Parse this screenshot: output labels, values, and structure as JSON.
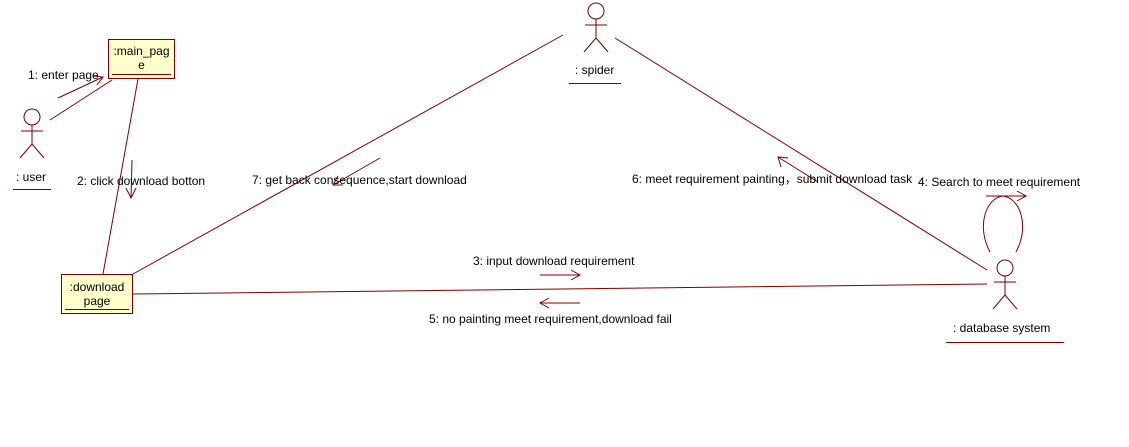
{
  "colors": {
    "line": "#800000",
    "object_fill": "#ffffcc",
    "text": "#000000",
    "background": "#ffffff"
  },
  "actors": {
    "user": {
      "label": ": user",
      "icon": "stick-figure-icon"
    },
    "spider": {
      "label": ": spider",
      "icon": "stick-figure-icon"
    },
    "database": {
      "label": ": database system",
      "icon": "stick-figure-icon"
    }
  },
  "objects": {
    "main_page": {
      "line1": ":main_pag",
      "line2": "e"
    },
    "download_page": {
      "line1": ":download",
      "line2": "page"
    }
  },
  "messages": {
    "m1": "1: enter page",
    "m2": "2: click download botton",
    "m3": "3: input download requirement",
    "m4": "4: Search to meet requirement",
    "m5": "5: no painting meet requirement,download fail",
    "m6": "6: meet requirement painting，submit download task",
    "m7": "7: get back consequence,start download"
  }
}
